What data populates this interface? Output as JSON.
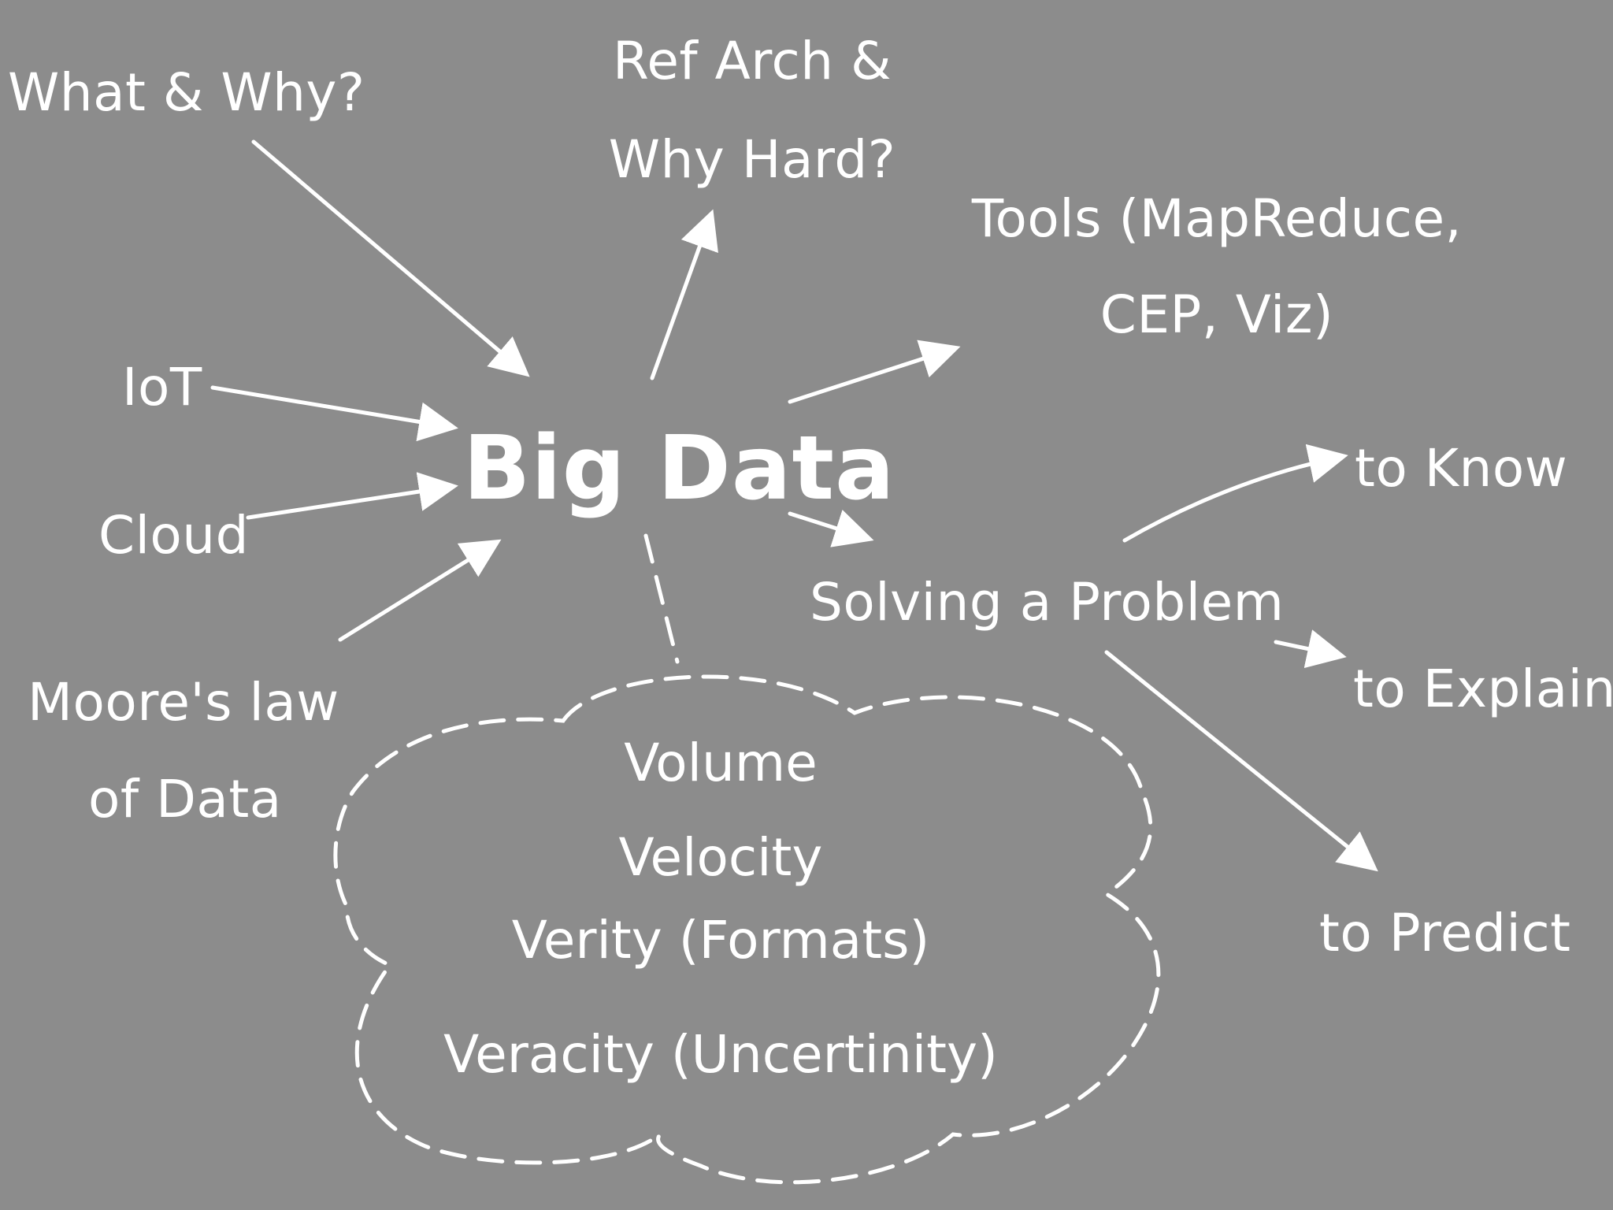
{
  "diagram": {
    "center": "Big Data",
    "inputs": {
      "what_why": "What & Why?",
      "iot": "IoT",
      "cloud": "Cloud",
      "moores_law_line1": "Moore's law",
      "moores_law_line2": "of Data"
    },
    "outputs": {
      "ref_arch_line1": "Ref Arch &",
      "ref_arch_line2": "Why Hard?",
      "tools_line1": "Tools (MapReduce,",
      "tools_line2": "CEP, Viz)",
      "solving": "Solving a Problem"
    },
    "goals": {
      "know": "to Know",
      "explain": "to Explain",
      "predict": "to Predict"
    },
    "cloud_items": [
      "Volume",
      "Velocity",
      "Verity (Formats)",
      "Veracity (Uncertinity)"
    ],
    "line_color": "#ffffff",
    "background_color": "#8c8c8c"
  }
}
